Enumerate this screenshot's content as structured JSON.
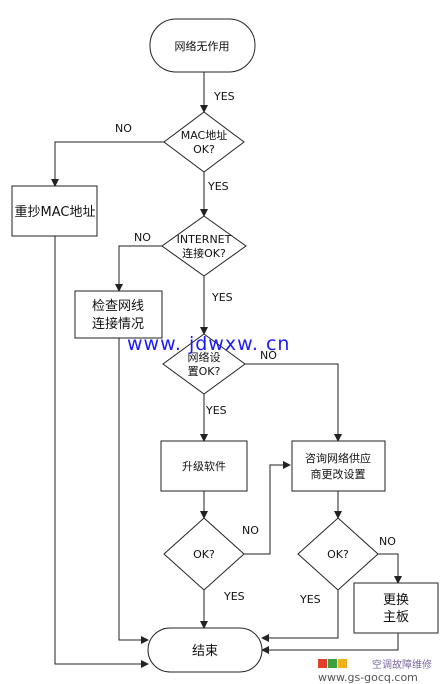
{
  "nodes": {
    "start": "网络无作用",
    "mac_check": [
      "MAC地址",
      "OK?"
    ],
    "rewrite_mac": "重抄MAC地址",
    "internet_check": [
      "INTERNET",
      "连接OK?"
    ],
    "check_cable": [
      "检查网线",
      "连接情况"
    ],
    "net_settings": [
      "网络设",
      "置OK?"
    ],
    "upgrade_sw": "升级软件",
    "consult_isp": [
      "咨询网络供应",
      "商更改设置"
    ],
    "ok_left": "OK?",
    "ok_right": "OK?",
    "replace_board": [
      "更换",
      "主板"
    ],
    "end": "结束"
  },
  "labels": {
    "yes": "YES",
    "no": "NO"
  },
  "watermark": {
    "url": "www. jdwxw. cn",
    "logo_text": "空调故障维修",
    "footer_text": "www.gs-gocq.com"
  },
  "colors": {
    "watermark_blue": "#1a1aff",
    "logo_red": "#e0402a",
    "logo_green": "#3aa040",
    "logo_yellow": "#f0b020"
  }
}
